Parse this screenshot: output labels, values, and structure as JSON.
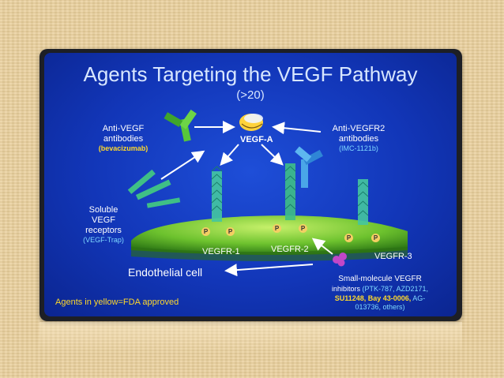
{
  "slide": {
    "title": "Agents Targeting the VEGF Pathway",
    "subtitle": "(>20)",
    "vegf_label": "VEGF-A",
    "anti_vegf": {
      "line1": "Anti-VEGF",
      "line2": "antibodies",
      "agent": "(bevacizumab)"
    },
    "anti_vegfr2": {
      "line1": "Anti-VEGFR2",
      "line2": "antibodies",
      "agent": "(IMC-1121b)"
    },
    "soluble": {
      "line1": "Soluble",
      "line2": "VEGF",
      "line3": "receptors",
      "agent": "(VEGF-Trap)"
    },
    "receptors": {
      "r1": "VEGFR-1",
      "r2": "VEGFR-2",
      "r3": "VEGFR-3"
    },
    "phospho": "P",
    "cell_label": "Endothelial cell",
    "small_molecule": {
      "line1": "Small-molecule VEGFR",
      "line2_prefix": "inhibitors ",
      "line2_agents": "(PTK-787, AZD2171,",
      "line3_yellow": "SU11248, Bay 43-0006,",
      "line3_cyan": " AG-",
      "line4": "013736, others)"
    },
    "footnote": "Agents in yellow=FDA approved"
  },
  "colors": {
    "panel_blue": "#1236b8",
    "title": "#d7e6ff",
    "fda_yellow": "#ffd92b",
    "agent_cyan": "#7fd8ff",
    "cell_green": "#7fcf3a",
    "background_beige": "#e9cf9b"
  }
}
